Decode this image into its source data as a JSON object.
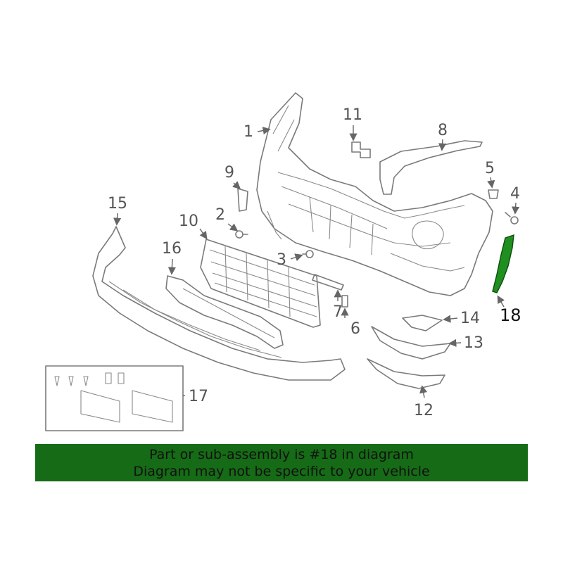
{
  "callouts": {
    "c1": "1",
    "c2": "2",
    "c3": "3",
    "c4": "4",
    "c5": "5",
    "c6": "6",
    "c7": "7",
    "c8": "8",
    "c9": "9",
    "c10": "10",
    "c11": "11",
    "c12": "12",
    "c13": "13",
    "c14": "14",
    "c15": "15",
    "c16": "16",
    "c17": "17",
    "c18": "18"
  },
  "highlighted_part": "18",
  "colors": {
    "highlight": "#1f8f1f",
    "banner": "#166b16",
    "line": "#7a7a7a"
  },
  "banner": {
    "line1": "Part or sub-assembly is #18 in diagram",
    "line2": "Diagram may not be specific to your vehicle"
  }
}
